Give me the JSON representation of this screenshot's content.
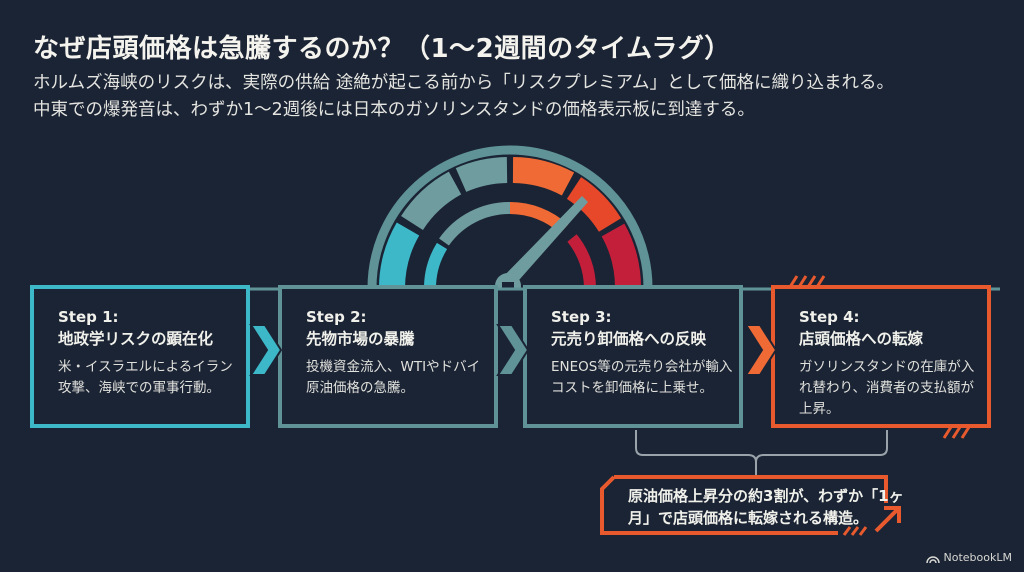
{
  "header": {
    "title": "なぜ店頭価格は急騰するのか？（1〜2週間のタイムラグ）",
    "subtitle_line1": "ホルムズ海峡のリスクは、実際の供給 途絶が起こる前から「リスクプレミアム」として価格に織り込まれる。",
    "subtitle_line2": "中東での爆発音は、わずか1〜2週後には日本のガソリンスタンドの価格表示板に到達する。"
  },
  "gauge": {
    "icon": "speedometer-gauge-icon",
    "segment_colors": [
      "#3db8c9",
      "#5f9398",
      "#5f9398",
      "#f06a35",
      "#e8482a",
      "#c41f3a"
    ]
  },
  "steps": [
    {
      "label": "Step 1:",
      "title": "地政学リスクの顕在化",
      "desc": "米・イスラエルによるイラン攻撃、海峡での軍事行動。",
      "color": "#3db8c9"
    },
    {
      "label": "Step 2:",
      "title": "先物市場の暴騰",
      "desc": "投機資金流入、WTIやドバイ原油価格の急騰。",
      "color": "#5f9398"
    },
    {
      "label": "Step 3:",
      "title": "元売り卸価格への反映",
      "desc": "ENEOS等の元売り会社が輸入コストを卸価格に上乗せ。",
      "color": "#5f9398"
    },
    {
      "label": "Step 4:",
      "title": "店頭価格への転嫁",
      "desc": "ガソリンスタンドの在庫が入れ替わり、消費者の支払額が上昇。",
      "color": "#e85a2e"
    }
  ],
  "arrows": [
    {
      "icon": "chevron-right-icon",
      "color": "#3db8c9"
    },
    {
      "icon": "chevron-right-icon",
      "color": "#5f9398"
    },
    {
      "icon": "chevron-right-icon",
      "color": "#f06a35"
    }
  ],
  "callout": {
    "text": "原油価格上昇分の約3割が、わずか「1ヶ月」で店頭価格に転嫁される構造。",
    "color": "#e85a2e"
  },
  "brand": {
    "label": "NotebookLM"
  }
}
